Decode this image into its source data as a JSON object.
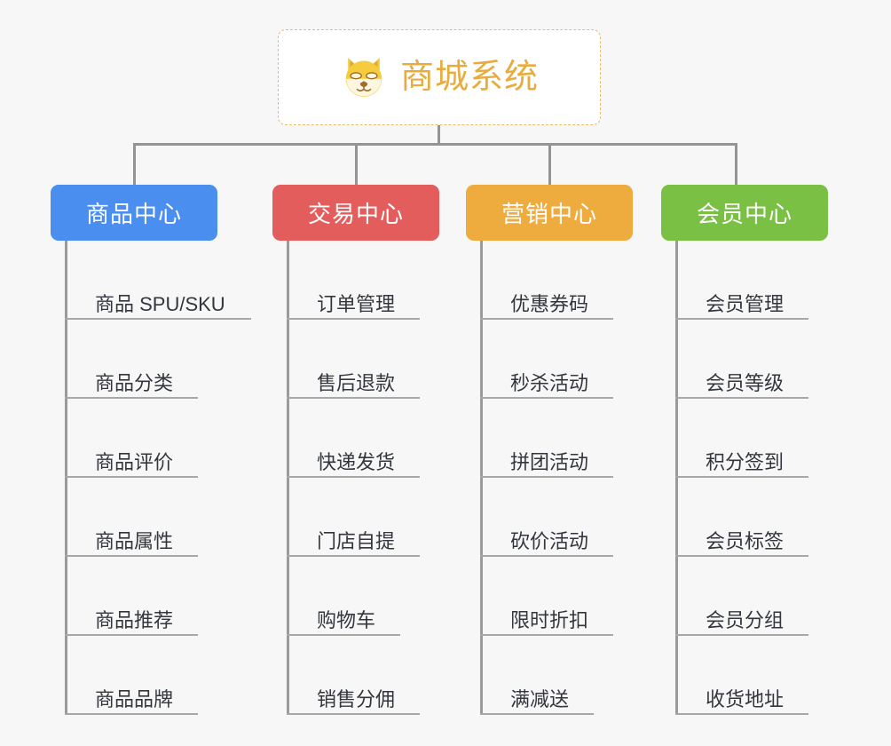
{
  "page": {
    "background": "#f7f7f7",
    "type": "org-chart",
    "title": "商城系统"
  },
  "root": {
    "title": "商城系统",
    "icon": "shiba-dog-face-icon",
    "text_color": "#e8ac3e",
    "border_color": "#e8bb6a",
    "background": "#ffffff",
    "border_style": "dashed"
  },
  "connector": {
    "color": "#949494"
  },
  "branches": [
    {
      "id": "product-center",
      "label": "商品中心",
      "color": "#4a8ef0",
      "text_color": "#ffffff",
      "items": [
        {
          "label": "商品 SPU/SKU",
          "len": "wide"
        },
        {
          "label": "商品分类",
          "len": "4"
        },
        {
          "label": "商品评价",
          "len": "4"
        },
        {
          "label": "商品属性",
          "len": "4"
        },
        {
          "label": "商品推荐",
          "len": "4"
        },
        {
          "label": "商品品牌",
          "len": "4"
        }
      ]
    },
    {
      "id": "trade-center",
      "label": "交易中心",
      "color": "#e45d5d",
      "text_color": "#ffffff",
      "items": [
        {
          "label": "订单管理",
          "len": "4"
        },
        {
          "label": "售后退款",
          "len": "4"
        },
        {
          "label": "快递发货",
          "len": "4"
        },
        {
          "label": "门店自提",
          "len": "4"
        },
        {
          "label": "购物车",
          "len": "3"
        },
        {
          "label": "销售分佣",
          "len": "4"
        }
      ]
    },
    {
      "id": "marketing-center",
      "label": "营销中心",
      "color": "#eeab3e",
      "text_color": "#ffffff",
      "items": [
        {
          "label": "优惠券码",
          "len": "4"
        },
        {
          "label": "秒杀活动",
          "len": "4"
        },
        {
          "label": "拼团活动",
          "len": "4"
        },
        {
          "label": "砍价活动",
          "len": "4"
        },
        {
          "label": "限时折扣",
          "len": "4"
        },
        {
          "label": "满减送",
          "len": "3"
        }
      ]
    },
    {
      "id": "member-center",
      "label": "会员中心",
      "color": "#79c044",
      "text_color": "#ffffff",
      "items": [
        {
          "label": "会员管理",
          "len": "4"
        },
        {
          "label": "会员等级",
          "len": "4"
        },
        {
          "label": "积分签到",
          "len": "4"
        },
        {
          "label": "会员标签",
          "len": "4"
        },
        {
          "label": "会员分组",
          "len": "4"
        },
        {
          "label": "收货地址",
          "len": "4"
        }
      ]
    }
  ]
}
